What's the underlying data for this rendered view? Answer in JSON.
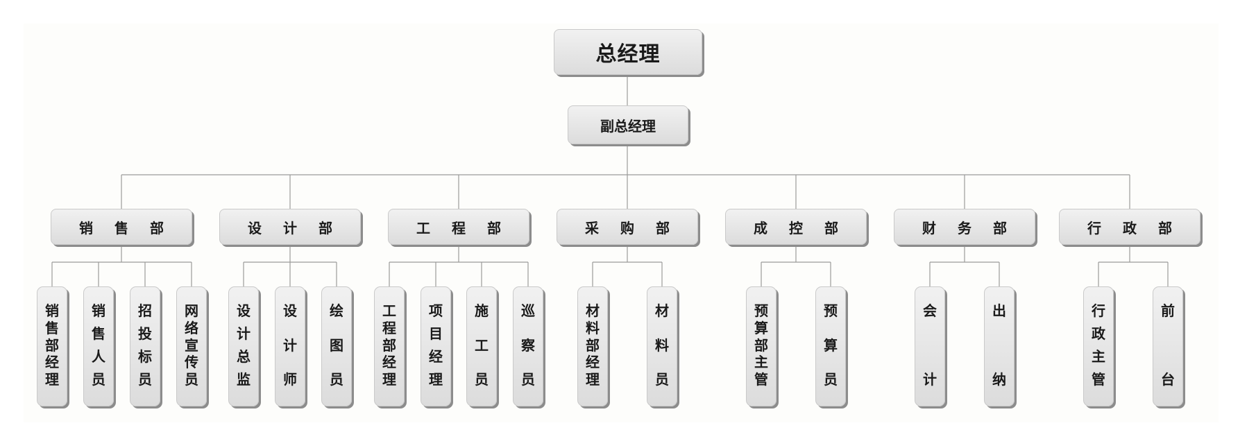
{
  "org": {
    "root": "总经理",
    "deputy": "副总经理",
    "departments": [
      {
        "name": "销 售 部",
        "roles": [
          "销售部经理",
          "销售人员",
          "招投标员",
          "网络宣传员"
        ]
      },
      {
        "name": "设 计 部",
        "roles": [
          "设计总监",
          "设计师",
          "绘图员"
        ]
      },
      {
        "name": "工 程 部",
        "roles": [
          "工程部经理",
          "项目经理",
          "施工员",
          "巡察员"
        ]
      },
      {
        "name": "采 购 部",
        "roles": [
          "材料部经理",
          "材料员"
        ]
      },
      {
        "name": "成 控 部",
        "roles": [
          "预算部主管",
          "预算员"
        ]
      },
      {
        "name": "财 务 部",
        "roles": [
          "会计",
          "出纳"
        ]
      },
      {
        "name": "行 政 部",
        "roles": [
          "行政主管",
          "前台"
        ]
      }
    ]
  }
}
